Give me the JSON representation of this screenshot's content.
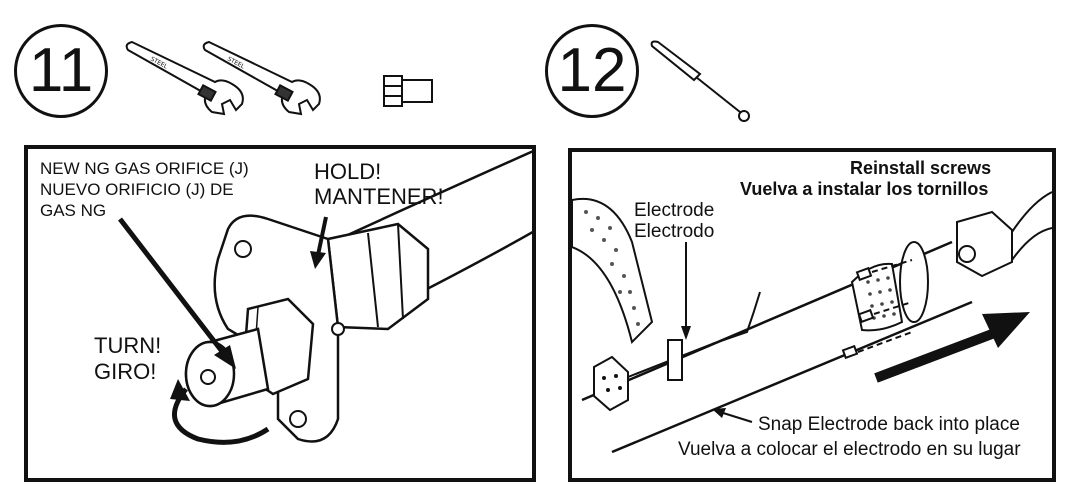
{
  "step11": {
    "number": "11",
    "orifice_label_line1": "NEW NG GAS ORIFICE (J)",
    "orifice_label_line2": "NUEVO ORIFICIO (J) DE",
    "orifice_label_line3": "GAS NG",
    "hold_line1": "HOLD!",
    "hold_line2": "MANTENER!",
    "turn_line1": "TURN!",
    "turn_line2": "GIRO!",
    "tool_icons": [
      "adjustable-wrench-icon",
      "adjustable-wrench-icon",
      "orifice-fitting-icon"
    ]
  },
  "step12": {
    "number": "12",
    "reinstall_line1": "Reinstall screws",
    "reinstall_line2": "Vuelva a instalar los tornillos",
    "electrode_line1": "Electrode",
    "electrode_line2": "Electrodo",
    "snap_line1": "Snap Electrode back into place",
    "snap_line2": "Vuelva a colocar el electrodo en su lugar",
    "tool_icons": [
      "screwdriver-icon"
    ]
  }
}
